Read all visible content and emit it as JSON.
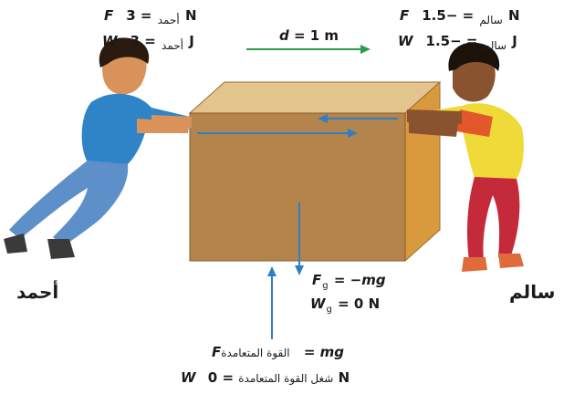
{
  "ahmad": {
    "name": "أحمد",
    "force_symbol": "F",
    "force_sub": "أحمد",
    "force_value": "= 3 N",
    "work_symbol": "W",
    "work_sub": "أحمد",
    "work_value": "= 3 J"
  },
  "salem": {
    "name": "سالم",
    "force_symbol": "F",
    "force_sub": "سالم",
    "force_value": "= −1.5 N",
    "work_symbol": "W",
    "work_sub": "سالم",
    "work_value": "= −1.5 J"
  },
  "displacement": {
    "label": "d",
    "value": "= 1 m",
    "color": "#2e9b4f"
  },
  "gravity": {
    "force_symbol": "F",
    "force_sub": "g",
    "force_value": "= −mg",
    "work_symbol": "W",
    "work_sub": "g",
    "work_value": "= 0 N"
  },
  "normal": {
    "force_symbol": "F",
    "force_sub": "القوة المتعامدة",
    "force_value": "= mg",
    "work_symbol": "W",
    "work_sub": "شغل القوة المتعامدة",
    "work_value": "= 0 N"
  },
  "colors": {
    "box_front": "#b5834c",
    "box_top": "#e3c48d",
    "box_side": "#d99a3e",
    "force_arrow": "#2f7fc4",
    "displacement_arrow": "#2e9b4f"
  }
}
